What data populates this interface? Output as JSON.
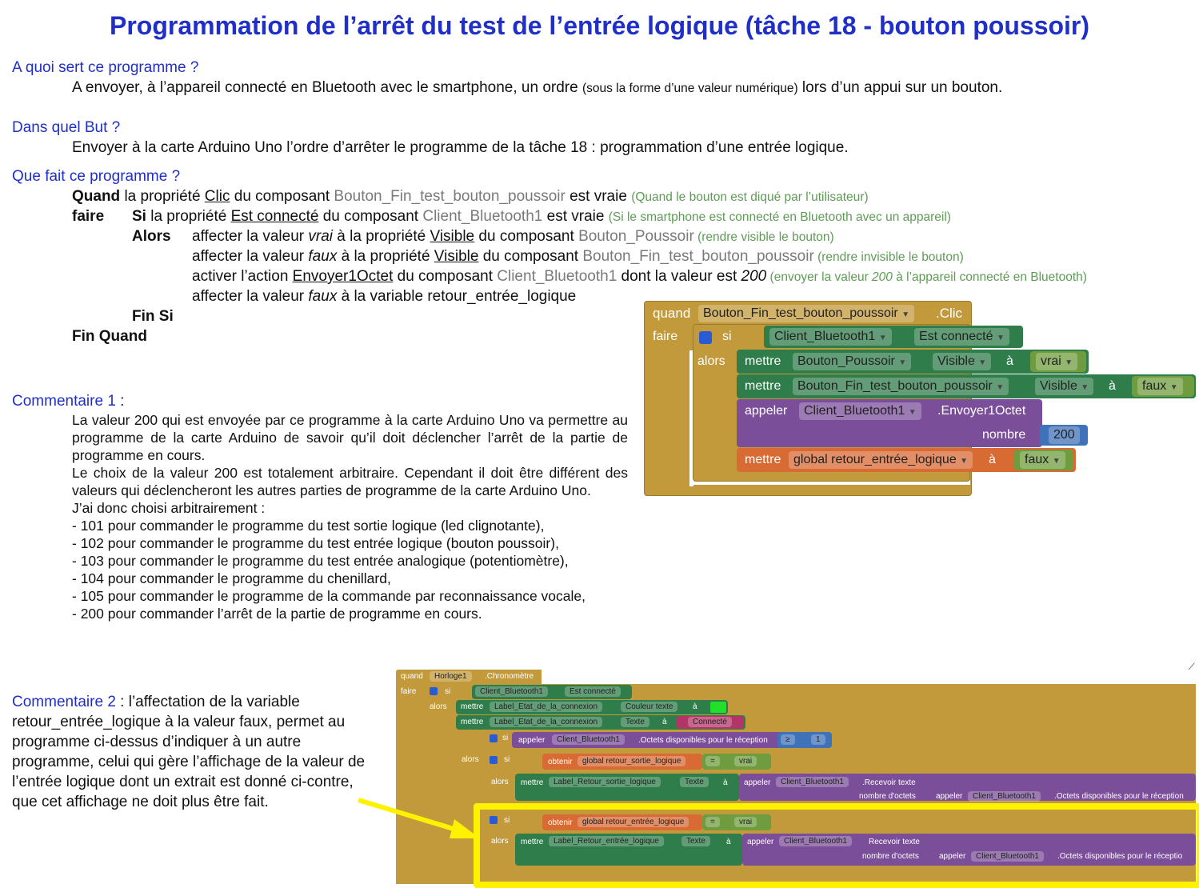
{
  "title": "Programmation de l’arrêt du test de l’entrée logique (tâche 18 - bouton poussoir)",
  "q1": "A quoi sert ce programme ?",
  "a1": {
    "main": "A envoyer, à l’appareil connecté en Bluetooth avec le smartphone, un ordre ",
    "small": "(sous la forme d’une valeur numérique)",
    "end": " lors d’un appui sur un bouton."
  },
  "q2": "Dans quel But ?",
  "a2": "Envoyer à la carte Arduino Uno l’ordre d’arrêter le programme de la tâche 18 : programmation d’une entrée logique.",
  "q3": "Que fait ce programme ?",
  "algo": {
    "l1": {
      "kw": "Quand",
      "a": " la propriété ",
      "prop": "Clic",
      "b": " du composant ",
      "comp": "Bouton_Fin_test_bouton_poussoir",
      "c": " est vraie ",
      "note": "(Quand le bouton est diqué par l’utilisateur)"
    },
    "l2": {
      "kw0": "faire",
      "kw": "Si",
      "a": " la propriété ",
      "prop": "Est connecté",
      "b": " du composant ",
      "comp": "Client_Bluetooth1",
      "c": " est vraie ",
      "note": "(Si le smartphone est connecté en Bluetooth avec un appareil)"
    },
    "l3": {
      "kw": "Alors",
      "a": "affecter la valeur ",
      "val": "vrai",
      "b": " à la propriété ",
      "prop": "Visible",
      "c": " du composant ",
      "comp": "Bouton_Poussoir",
      "note": " (rendre visible le bouton)"
    },
    "l4": {
      "a": "affecter la valeur ",
      "val": "faux",
      "b": " à la propriété ",
      "prop": "Visible",
      "c": " du composant ",
      "comp": "Bouton_Fin_test_bouton_poussoir",
      "note": " (rendre invisible le bouton)"
    },
    "l5": {
      "a": "activer l’action ",
      "prop": "Envoyer1Octet",
      "b": " du composant ",
      "comp": "Client_Bluetooth1",
      "c": " dont la valeur est ",
      "val": "200",
      "note1": " (envoyer la valeur ",
      "noteval": "200",
      "note2": " à l’appareil connecté en Bluetooth)"
    },
    "l6": {
      "a": "affecter la valeur ",
      "val": "faux",
      "b": " à la variable retour_entrée_logique"
    },
    "l7": "Fin Si",
    "l8": "Fin Quand"
  },
  "comment1": {
    "label": "Commentaire 1",
    "colon": " :",
    "p1": "La valeur 200 qui est envoyée par ce programme à la carte Arduino Uno va permettre au programme de la carte Arduino de savoir qu’il doit déclencher l’arrêt de la partie de programme en cours.",
    "p2": "Le choix de la valeur 200 est totalement arbitraire. Cependant il doit être différent des valeurs qui déclencheront les autres parties de programme de la carte Arduino Uno.",
    "p3": "J’ai donc choisi arbitrairement :",
    "items": [
      "- 101 pour commander le programme du test sortie logique (led clignotante),",
      "- 102 pour commander le programme du test entrée logique (bouton poussoir),",
      "- 103 pour commander le programme du test entrée analogique (potentiomètre),",
      "- 104 pour commander le programme du chenillard,",
      "- 105 pour commander le programme de la commande par reconnaissance vocale,",
      "- 200 pour commander l’arrêt de la partie de programme en cours."
    ]
  },
  "comment2": {
    "label": "Commentaire 2",
    "text": " : l’affectation de la variable retour_entrée_logique à la valeur faux, permet au programme ci-dessus d’indiquer à un autre programme, celui qui gère l’affichage de la valeur de l’entrée logique dont un extrait est donné ci-contre, que cet affichage ne doit plus être fait."
  },
  "block1": {
    "quand": "quand",
    "button": "Bouton_Fin_test_bouton_poussoir",
    "event": ".Clic",
    "faire": "faire",
    "si": "si",
    "client": "Client_Bluetooth1",
    "est_connecte": "Est connecté",
    "alors": "alors",
    "mettre": "mettre",
    "bp": "Bouton_Poussoir",
    "visible": "Visible",
    "a": "à",
    "vrai": "vrai",
    "bf": "Bouton_Fin_test_bouton_poussoir",
    "faux": "faux",
    "appeler": "appeler",
    "envoyer": ".Envoyer1Octet",
    "nombre": "nombre",
    "n200": "200",
    "global": "global retour_entrée_logique"
  },
  "block2": {
    "quand": "quand",
    "horloge": "Horloge1",
    "chrono": ".Chronomètre",
    "faire": "faire",
    "si": "si",
    "client": "Client_Bluetooth1",
    "est_connecte": "Est connecté",
    "alors": "alors",
    "mettre": "mettre",
    "label_etat": "Label_Etat_de_la_connexion",
    "couleur": "Couleur texte",
    "a": "à",
    "texte": "Texte",
    "connecte": "Connecté",
    "appeler": "appeler",
    "octets": ".Octets disponibles pour le réception",
    "ge": "≥",
    "one": "1",
    "obtenir": "obtenir",
    "g_sortie": "global retour_sortie_logique",
    "eq": "=",
    "vrai": "vrai",
    "label_sortie": "Label_Retour_sortie_logique",
    "recevoir": ".Recevoir texte",
    "nb_octets": "nombre d'octets",
    "octets2": ".Octets disponibles pour le réception",
    "g_entree": "global retour_entrée_logique",
    "label_entree": "Label_Retour_entrée_logique",
    "recevoir2": "Recevoir texte",
    "octets3": ".Octets disponibles pour le réceptio"
  },
  "colors": {
    "title": "#1f2fc8",
    "note": "#5f9b56",
    "component": "#7a7a7a",
    "control": "#c29a3b",
    "set": "#2f7d4a",
    "call": "#7b4e9a",
    "variable": "#d86a34",
    "logic": "#6f9c3e",
    "math": "#3f72b8",
    "highlight": "#fff200",
    "text_block": "#b33466"
  }
}
